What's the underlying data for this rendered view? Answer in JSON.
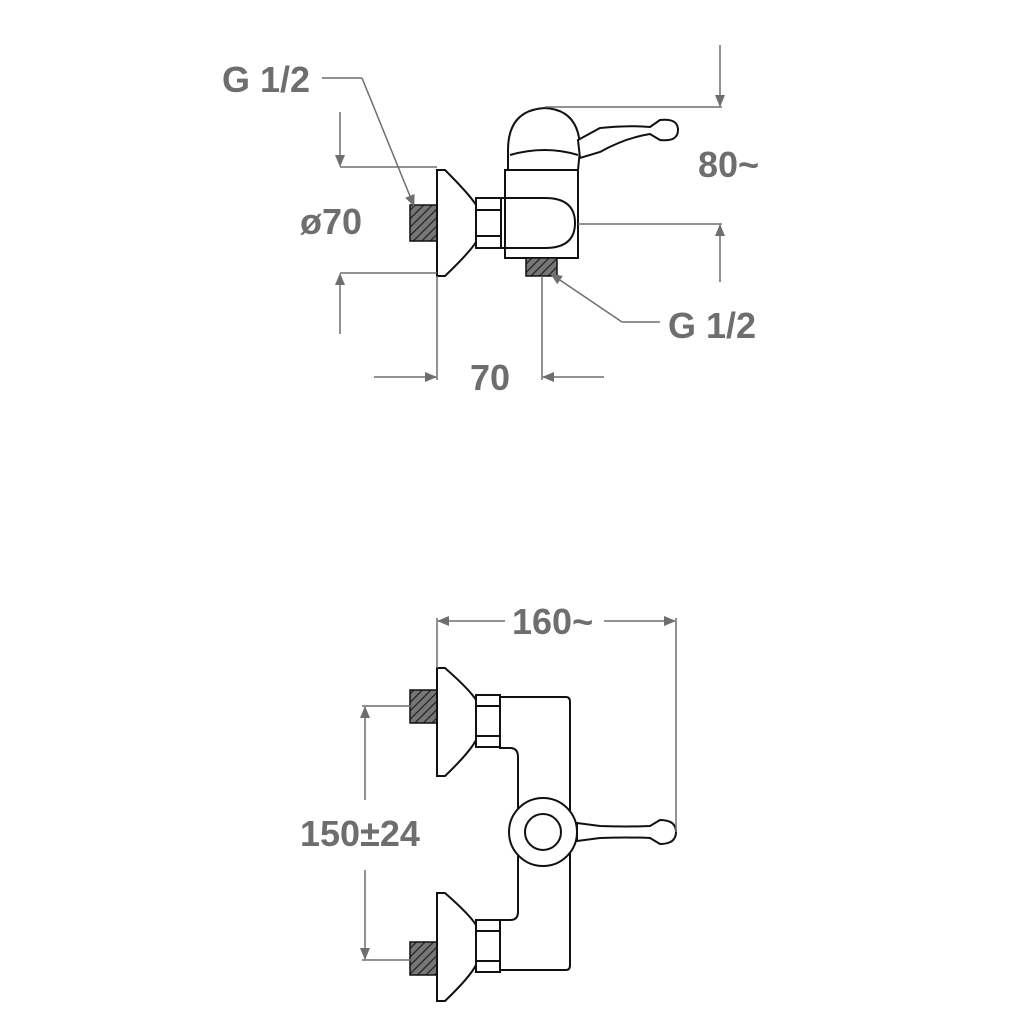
{
  "labels": {
    "inlet_thread": "G 1/2",
    "outlet_thread": "G 1/2",
    "flange_diameter": "ø70",
    "height_dimension": "80~",
    "projection_dimension": "70",
    "width_dimension": "160~",
    "centres_dimension": "150±24"
  },
  "colors": {
    "dimension": "#6e6e6e",
    "outline": "#111111"
  }
}
